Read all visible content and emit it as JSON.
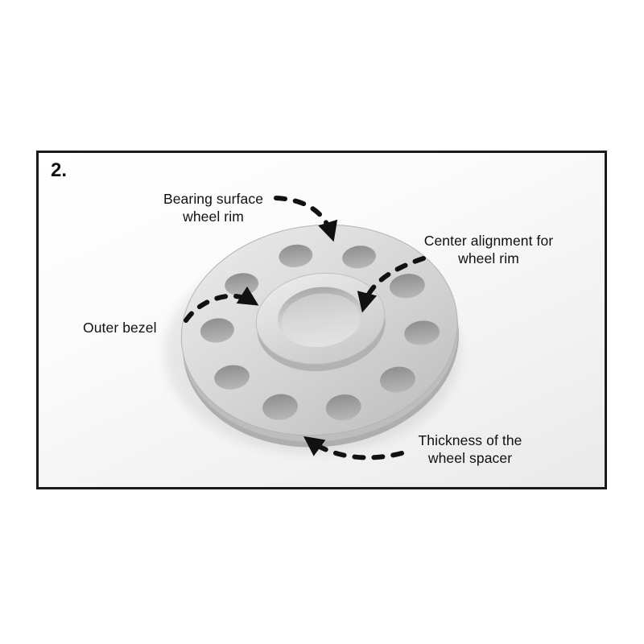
{
  "figure": {
    "step_number": "2.",
    "labels": {
      "bearing_surface": "Bearing surface\nwheel rim",
      "center_alignment": "Center alignment for\nwheel rim",
      "outer_bezel": "Outer bezel",
      "thickness": "Thickness of the\nwheel spacer"
    },
    "colors": {
      "frame_border": "#1a1a1a",
      "arrow": "#111111",
      "spacer_light": "#e7e7e7",
      "spacer_dark": "#c3c3c3",
      "hole": "#9d9d9d"
    }
  }
}
